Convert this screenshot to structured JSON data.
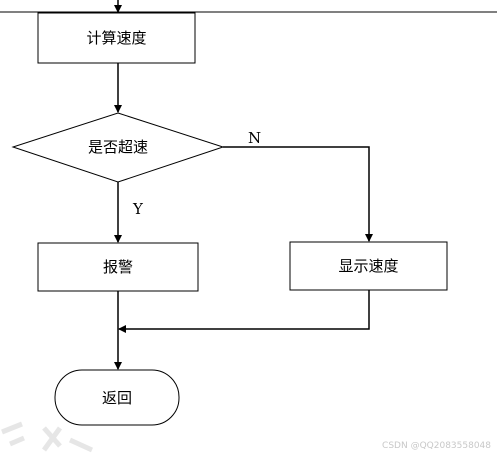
{
  "nodes": {
    "calc_speed": "计算速度",
    "is_overspeed": "是否超速",
    "alarm": "报警",
    "show_speed": "显示速度",
    "return": "返回"
  },
  "edges": {
    "yes_label": "Y",
    "no_label": "N"
  },
  "watermark": "CSDN @QQ2083558048"
}
